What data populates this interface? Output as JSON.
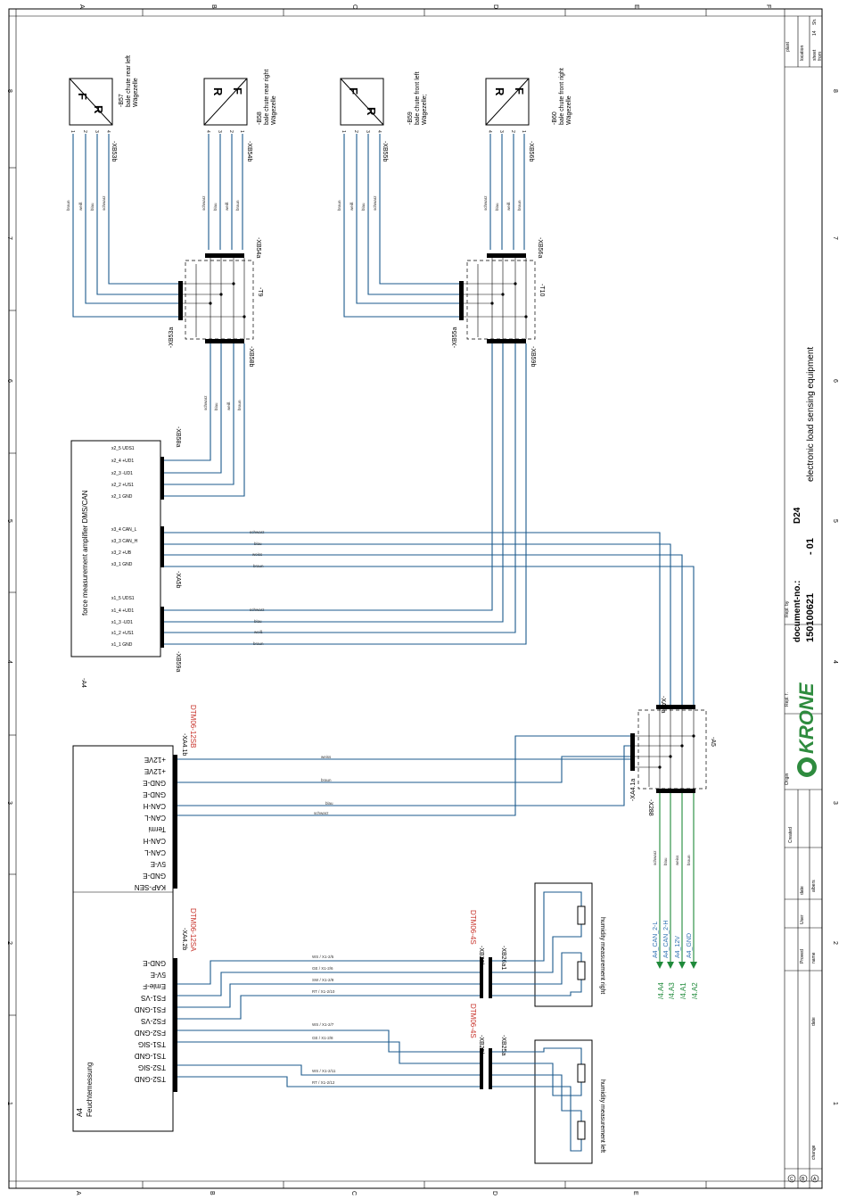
{
  "title_block": {
    "title": "electronic load sensing equipment",
    "document_label": "document-no.:",
    "document_code": "D24",
    "document_number": "150100621",
    "revision": "- 01",
    "logo": "KRONE",
    "fields": {
      "plant": "plant",
      "location": "location",
      "sheet": "sheet",
      "sheet_no": "14",
      "sh": "Sh.",
      "from": "from",
      "created": "Created",
      "date": "date",
      "user": "User",
      "user_name": "albers",
      "proved": "Proved",
      "name": "name",
      "change": "change",
      "origin": "Origin",
      "repl_f": "Repl. f.",
      "repl_by": "Repl. by"
    },
    "revision_marks": [
      "C",
      "B",
      "A"
    ]
  },
  "border": {
    "top": [
      "A",
      "B",
      "C",
      "D",
      "E",
      "F"
    ],
    "right": [
      "8",
      "7",
      "6",
      "5",
      "4",
      "3",
      "2",
      "1"
    ]
  },
  "sensors": [
    {
      "tag": "-B57",
      "desc": "bale chute rear left",
      "de": "Wägezelle",
      "conn": "-XB53b",
      "pins": [
        "1",
        "2",
        "3",
        "4"
      ],
      "letters": [
        "F",
        "R"
      ]
    },
    {
      "tag": "-B58",
      "desc": "bale chute rear right",
      "de": "Wägezelle",
      "conn": "-XB54b",
      "pins": [
        "4",
        "3",
        "2",
        "1"
      ],
      "letters": [
        "R",
        "F"
      ]
    },
    {
      "tag": "-B59",
      "desc": "bale chute front left",
      "de": "Wägezelle;",
      "conn": "-XB55b",
      "pins": [
        "1",
        "2",
        "3",
        "4"
      ],
      "letters": [
        "F",
        "R"
      ]
    },
    {
      "tag": "-B60",
      "desc": "bale chute front right",
      "de": "Wägezelle",
      "conn": "-XB56b",
      "pins": [
        "4",
        "3",
        "2",
        "1"
      ],
      "letters": [
        "R",
        "F"
      ]
    }
  ],
  "wire_colors": [
    "braun",
    "weiß",
    "blau",
    "schwarz",
    "weiss"
  ],
  "junctions": [
    {
      "tag": "-T9",
      "top_conn": "-XB54a",
      "left_conn": "-XB53a",
      "bottom_conn": "-XB58b"
    },
    {
      "tag": "-T10",
      "top_conn": "-XB56a",
      "left_conn": "-XB55a",
      "bottom_conn": "-XB59b"
    },
    {
      "tag": "-A5",
      "top_conn": "-XA5a",
      "left_conn": "-XA4.1a",
      "bottom_conn": "-X288"
    }
  ],
  "amplifier": {
    "tag": "-A4",
    "name": "force measurement amplifier DMS/CAN",
    "conn_top": "-XB58a",
    "conn_mid": "-XA5b",
    "conn_bot": "-XB59a",
    "x2_pins": [
      "x2_5  UDS1",
      "x2_4  +UD1",
      "x2_3  -UD1",
      "x2_2  +US1",
      "x2_1  GND"
    ],
    "x3_pins": [
      "x3_4  CAN_L",
      "x3_3  CAN_H",
      "x3_2  +UB",
      "x3_1  GND"
    ],
    "x1_pins": [
      "x1_5  UDS1",
      "x1_4  +UD1",
      "x1_3  -UD1",
      "x1_2  +US1",
      "x1_1  GND"
    ]
  },
  "moisture": {
    "tag": "A4",
    "name": "Feuchtemessung",
    "conn1": "-XA4.1b",
    "conn1_type": "DTM06-12SB",
    "conn2": "-XA4.2b",
    "conn2_type": "DTM06-12SA",
    "pins1": [
      "+12VE",
      "+12VE",
      "GND-E",
      "GND-E",
      "CAN-H",
      "CAN-L",
      "Termi",
      "CAN-H",
      "CAN-L",
      "5V-E",
      "GND-E",
      "KAP-SEN"
    ],
    "pins2": [
      "GND-E",
      "5V-E",
      "Emle-F",
      "FS1-VS",
      "FS1-GND",
      "FS2-VS",
      "FS2-GND",
      "TS1-SIG",
      "TS1-GND",
      "TS2-SIG",
      "TS2-GND",
      ""
    ],
    "wire_codes": [
      "WS / X1-2/5",
      "GE / X1-2/6",
      "SW / X1-2/9",
      "RT / X1-2/10",
      "WS / X1-2/7",
      "GE / X1-2/8",
      "WS / X1-2/11",
      "RT / X1-2/12"
    ]
  },
  "humidity": [
    {
      "name": "humidity measurement right",
      "conn_a": "-XB26b",
      "conn_b": "-XB26a1",
      "type": "DTM06-4S"
    },
    {
      "name": "humidity measurement left",
      "conn_a": "-XB25b",
      "conn_b": "-XB25a",
      "type": "DTM06-4S"
    }
  ],
  "bus_refs": {
    "blue": [
      "A4_CAN_2-L",
      "A4_CAN_2-H",
      "A4_12V",
      "A4_GND"
    ],
    "green": [
      "/4.A4",
      "/4.A3",
      "/4.A1",
      "/4.A2"
    ]
  }
}
